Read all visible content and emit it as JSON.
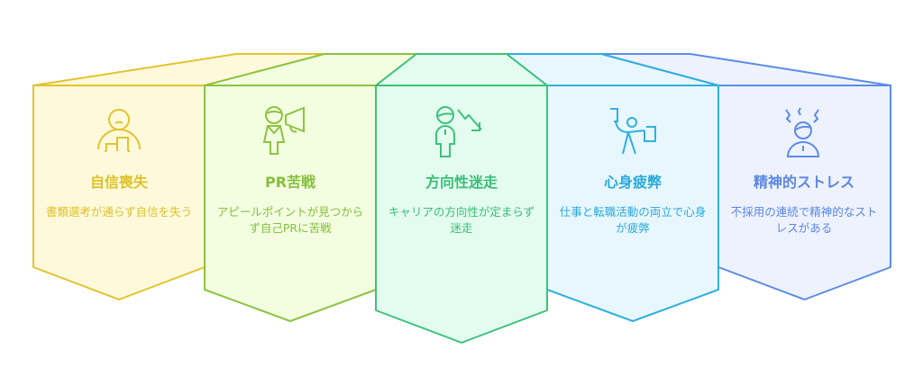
{
  "cards": [
    {
      "title": "自信喪失",
      "description": "書類選考が通らず自信を失う",
      "icon": "person-at-desk-sad-icon",
      "stroke": "#e2c32c",
      "fill": "#fff9dc",
      "text": "#dcc227"
    },
    {
      "title": "PR苦戦",
      "description": "アピールポイントが見つからず自己PRに苦戦",
      "icon": "person-megaphone-icon",
      "stroke": "#8cc43f",
      "fill": "#f3fde0",
      "text": "#86bf3e"
    },
    {
      "title": "方向性迷走",
      "description": "キャリアの方向性が定まらず迷走",
      "icon": "person-down-arrow-icon",
      "stroke": "#3dc27c",
      "fill": "#e3fcef",
      "text": "#3bbd79"
    },
    {
      "title": "心身疲弊",
      "description": "仕事と転職活動の両立で心身が疲弊",
      "icon": "person-juggling-bags-icon",
      "stroke": "#2fb0df",
      "fill": "#e8f7fe",
      "text": "#2aa9dc"
    },
    {
      "title": "精神的ストレス",
      "description": "不採用の連続で精神的なストレスがある",
      "icon": "stressed-person-icon",
      "stroke": "#5b8ce6",
      "fill": "#edf2fe",
      "text": "#5b86e0"
    }
  ]
}
